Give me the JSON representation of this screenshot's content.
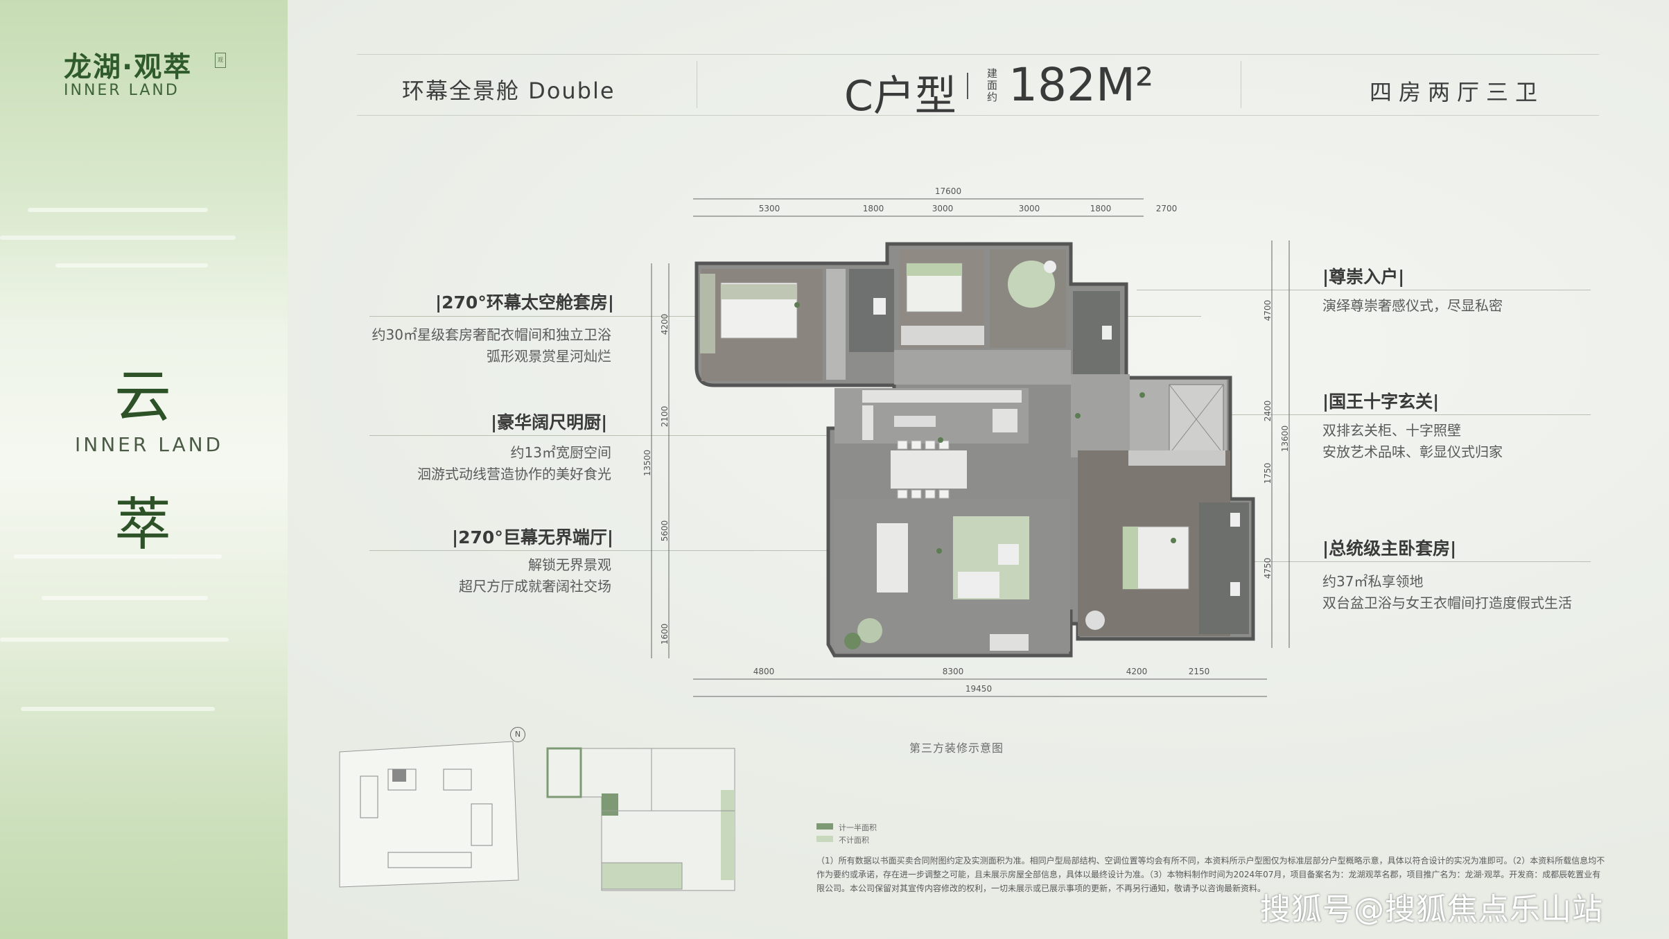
{
  "brand": {
    "name_cn": "龙湖·观萃",
    "name_en": "INNER LAND",
    "badge": "观"
  },
  "side": {
    "char_top": "云",
    "char_bottom": "萃",
    "subtitle": "INNER LAND"
  },
  "header": {
    "left": "环幕全景舱 Double",
    "type": "C户型",
    "area_label": "建面约",
    "area": "182M²",
    "right": "四房两厅三卫"
  },
  "features_left": [
    {
      "title": "|270°环幕太空舱套房|",
      "lines": [
        "约30㎡星级套房奢配衣帽间和独立卫浴",
        "弧形观景赏星河灿烂"
      ]
    },
    {
      "title": "|豪华阔尺明厨|",
      "lines": [
        "约13㎡宽厨空间",
        "洄游式动线营造协作的美好食光"
      ]
    },
    {
      "title": "|270°巨幕无界端厅|",
      "lines": [
        "解锁无界景观",
        "超尺方厅成就奢阔社交场"
      ]
    }
  ],
  "features_right": [
    {
      "title": "|尊崇入户|",
      "lines": [
        "演绎尊崇奢感仪式，尽显私密"
      ]
    },
    {
      "title": "|国王十字玄关|",
      "lines": [
        "双排玄关柜、十字照壁",
        "安放艺术品味、彰显仪式归家"
      ]
    },
    {
      "title": "|总统级主卧套房|",
      "lines": [
        "约37㎡私享领地",
        "双台盆卫浴与女王衣帽间打造度假式生活"
      ]
    }
  ],
  "dimensions": {
    "top_total": "17600",
    "top": [
      "5300",
      "1800",
      "3000",
      "3000",
      "1800",
      "2700"
    ],
    "bottom": [
      "4800",
      "8300",
      "4200",
      "2150"
    ],
    "bottom_total": "19450",
    "left": [
      "4200",
      "2100",
      "5600",
      "1600"
    ],
    "left_total": "13500",
    "right": [
      "4700",
      "2400",
      "1750",
      "4750"
    ],
    "right_total": "13600"
  },
  "caption": "第三方装修示意图",
  "compass": "N",
  "legend": [
    "计一半面积",
    "不计面积"
  ],
  "legend_colors": [
    "#7e9a74",
    "#c7d8bd"
  ],
  "disclaimer": "（1）所有数据以书面买卖合同附图约定及实测面积为准。相同户型局部结构、空调位置等均会有所不同，本资料所示户型图仅为标准层部分户型概略示意，具体以符合设计的实况为准即可。（2）本资料所载信息均不作为要约或承诺，存在进一步调整之可能，且未展示房屋全部信息，具体以最终设计为准。（3）本物料制作时间为2024年07月，项目备案名为：龙湖观萃名郡，项目推广名为：龙湖·观萃。开发商：成都辰乾置业有限公司。本公司保留对其宣传内容修改的权利，一切未展示或已展示事项的更新，不再另行通知，敬请予以咨询最新资料。",
  "watermark": "搜狐号@搜狐焦点乐山站"
}
